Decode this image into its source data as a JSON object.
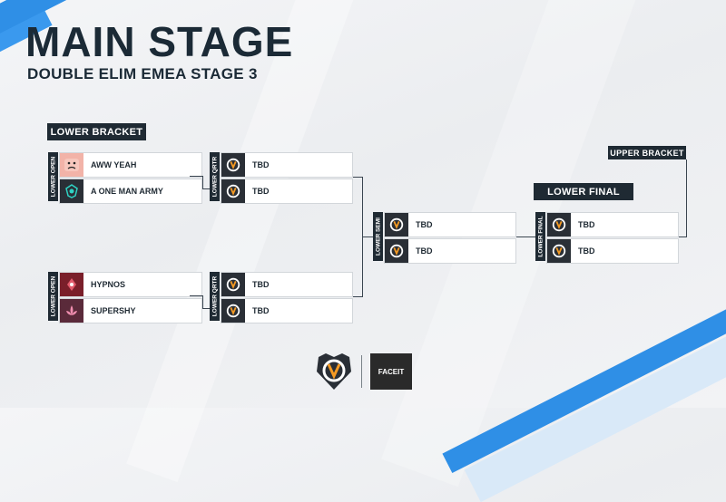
{
  "header": {
    "title": "MAIN STAGE",
    "subtitle": "DOUBLE ELIM EMEA STAGE 3"
  },
  "labels": {
    "lower_bracket": "LOWER BRACKET",
    "upper_bracket": "UPPER BRACKET",
    "lower_final": "LOWER FINAL"
  },
  "rounds": {
    "lower_open": "LOWER OPEN",
    "lower_qrtr": "LOWER QRTR",
    "lower_semi": "LOWER SEMI",
    "lower_final": "LOWER FINAL"
  },
  "matches": {
    "open1": {
      "team1": "AWW YEAH",
      "team2": "A ONE MAN ARMY"
    },
    "open2": {
      "team1": "HYPNOS",
      "team2": "SUPERSHY"
    },
    "qrtr1": {
      "team1": "TBD",
      "team2": "TBD"
    },
    "qrtr2": {
      "team1": "TBD",
      "team2": "TBD"
    },
    "semi": {
      "team1": "TBD",
      "team2": "TBD"
    },
    "final": {
      "team1": "TBD",
      "team2": "TBD"
    }
  },
  "footer": {
    "sponsor": "FACEIT"
  },
  "colors": {
    "accent_blue": "#2f8fe6",
    "dark": "#1f2a33",
    "overwatch_orange": "#f59a23"
  }
}
